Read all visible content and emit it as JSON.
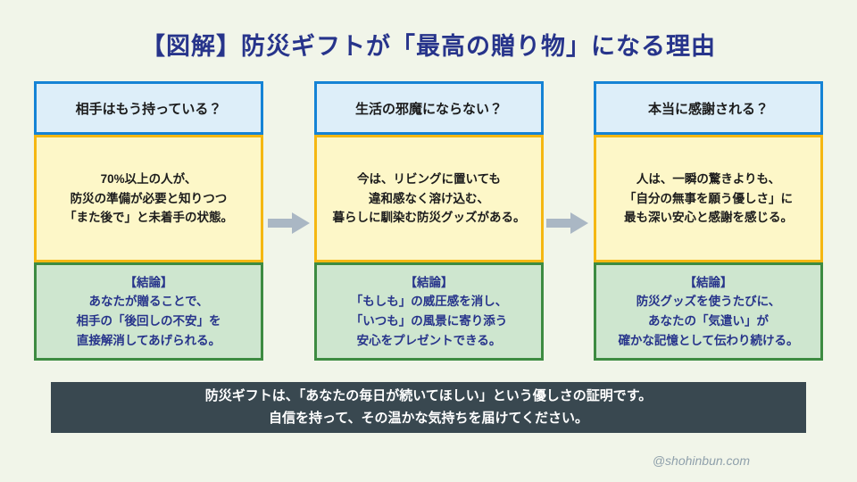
{
  "page": {
    "title": "【図解】防災ギフトが「最高の贈り物」になる理由",
    "watermark": "@shohinbun.com"
  },
  "columns": [
    {
      "header": "相手はもう持っている？",
      "body": "70%以上の人が、\n防災の準備が必要と知りつつ\n「また後で」と未着手の状態。",
      "conclusion": "【結論】\nあなたが贈ることで、\n相手の「後回しの不安」を\n直接解消してあげられる。"
    },
    {
      "header": "生活の邪魔にならない？",
      "body": "今は、リビングに置いても\n違和感なく溶け込む、\n暮らしに馴染む防災グッズがある。",
      "conclusion": "【結論】\n「もしも」の威圧感を消し、\n「いつも」の風景に寄り添う\n安心をプレゼントできる。"
    },
    {
      "header": "本当に感謝される？",
      "body": "人は、一瞬の驚きよりも、\n「自分の無事を願う優しさ」に\n最も深い安心と感謝を感じる。",
      "conclusion": "【結論】\n防災グッズを使うたびに、\nあなたの「気遣い」が\n確かな記憶として伝わり続ける。"
    }
  ],
  "footer": {
    "line1": "防災ギフトは、「あなたの毎日が続いてほしい」という優しさの証明です。",
    "line2": "自信を持って、その温かな気持ちを届けてください。"
  },
  "colors": {
    "bg": "#f1f5e9",
    "navy": "#27348b",
    "blue-border": "#1583d5",
    "blue-fill": "#ddeef9",
    "yellow-border": "#f5b712",
    "yellow-fill": "#fdf7c8",
    "green-border": "#3d8b41",
    "green-fill": "#cee6cf",
    "arrow": "#aab7c4",
    "banner": "#394850",
    "banner-text": "#ffffff",
    "watermark": "#8fa0ab"
  }
}
